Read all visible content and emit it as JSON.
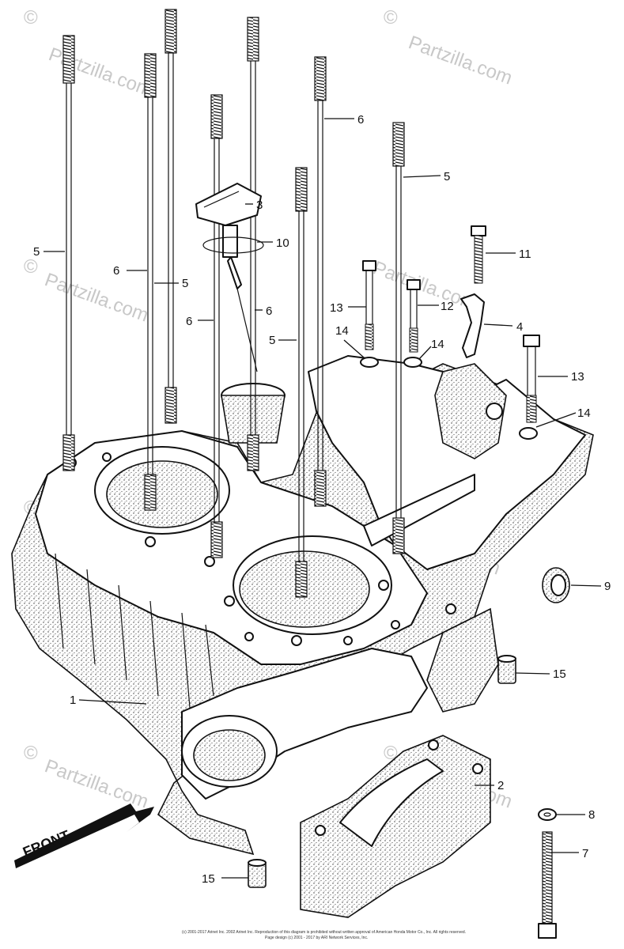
{
  "watermark": {
    "brand": "Partzilla.com",
    "copyright_symbol": "©"
  },
  "orientation_label": "FRONT",
  "callouts": {
    "c1": "1",
    "c2": "2",
    "c3": "3",
    "c4": "4",
    "c5a": "5",
    "c5b": "5",
    "c5c": "5",
    "c5d": "5",
    "c6a": "6",
    "c6b": "6",
    "c6c": "6",
    "c6d": "6",
    "c7": "7",
    "c8": "8",
    "c9": "9",
    "c10": "10",
    "c11": "11",
    "c12": "12",
    "c13a": "13",
    "c13b": "13",
    "c14a": "14",
    "c14b": "14",
    "c14c": "14",
    "c15a": "15",
    "c15b": "15"
  },
  "footer": {
    "line1": "(c) 2001-2017 Arinet Inc. 2002 Arinet Inc. Reproduction of this diagram is prohibited without written approval of American Honda Motor Co., Inc. All rights reserved.",
    "line2": "Page design (c) 2001 - 2017 by ARI Network Services, Inc."
  }
}
